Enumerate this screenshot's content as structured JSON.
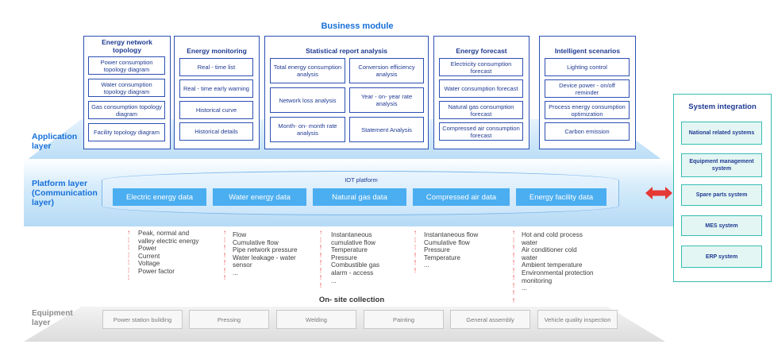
{
  "title": "Business module",
  "layers": {
    "application": "Application layer",
    "platform": "Platform layer (Communication layer)",
    "equipment": "Equipment layer"
  },
  "modules": [
    {
      "title": "Energy  network topology",
      "items": [
        "Power consumption topology diagram",
        "Water consumption topology diagram",
        "Gas consumption topology diagram",
        "Facility topology diagram"
      ]
    },
    {
      "title": "Energy monitoring",
      "items": [
        "Real - time list",
        "Real - time early warning",
        "Historical curve",
        "Historical details"
      ]
    },
    {
      "title": "Statistical report analysis",
      "items": [
        "Total energy consumption analysis",
        "Conversion efficiency analysis",
        "Network loss analysis",
        "Year - on- year rate analysis",
        "Month- on- month rate analysis",
        "Statement Analysis"
      ]
    },
    {
      "title": "Energy forecast",
      "items": [
        "Electricity consumption forecast",
        "Water consumption forecast",
        "Natural gas consumption forecast",
        "Compressed air consumption forecast"
      ]
    },
    {
      "title": "Intelligent scenarios",
      "items": [
        "Lighting control",
        "Device power - on/off reminder",
        "Process energy consumption optimization",
        "Carbon emission"
      ]
    }
  ],
  "platform": {
    "iot_label": "IOT platform",
    "data": [
      "Electric energy data",
      "Water energy data",
      "Natural gas data",
      "Compressed air data",
      "Energy facility data"
    ]
  },
  "system_integration": {
    "title": "System integration",
    "items": [
      "National related systems",
      "Equipment management system",
      "Spare parts system",
      "MES system",
      "ERP system"
    ]
  },
  "collection": {
    "label": "On- site collection",
    "columns": [
      [
        "Peak, normal and",
        "valley electric energy",
        "Power",
        "Current",
        "Voltage",
        "Power factor"
      ],
      [
        "Flow",
        "Cumulative flow",
        "Pipe network pressure",
        "Water leakage  -  water",
        "sensor",
        "..."
      ],
      [
        "Instantaneous",
        "cumulative flow",
        "Temperature",
        "Pressure",
        "Combustible gas",
        "alarm  -  access",
        "..."
      ],
      [
        "Instantaneous flow",
        "Cumulative flow",
        "Pressure",
        "Temperature",
        "..."
      ],
      [
        "Hot and cold process",
        "water",
        "Air conditioner cold",
        "water",
        "Ambient temperature",
        "Environmental protection",
        "monitoring",
        "..."
      ]
    ]
  },
  "equipment": [
    "Power station building",
    "Pressing",
    "Welding",
    "Painting",
    "General assembly",
    "Vehicle quality inspection"
  ],
  "colors": {
    "accent": "#1670d8",
    "module_border": "#2c4fb3",
    "data_fill": "#4baef0",
    "teal": "#35bdb4",
    "arrow": "#e53935"
  }
}
